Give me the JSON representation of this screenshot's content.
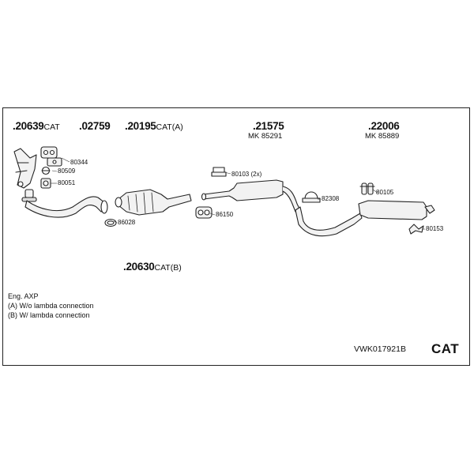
{
  "parts": [
    {
      "number": ".20639",
      "suffix": "CAT"
    },
    {
      "number": ".02759",
      "suffix": ""
    },
    {
      "number": ".20195",
      "suffix": "CAT(A)"
    },
    {
      "number": ".21575",
      "suffix": ""
    },
    {
      "number": ".22006",
      "suffix": ""
    },
    {
      "number": ".20630",
      "suffix": "CAT(B)"
    }
  ],
  "mk_numbers": [
    "MK 85291",
    "MK 85889"
  ],
  "accessories": [
    "80344",
    "80509",
    "80051",
    "86028",
    "80103 (2x)",
    "86150",
    "82308",
    "80105",
    "80153"
  ],
  "notes": {
    "engine": "Eng. AXP",
    "a": "(A) W/o lambda connection",
    "b": "(B) W/ lambda connection"
  },
  "kit_code": "VWK017921B",
  "kit_type": "CAT"
}
